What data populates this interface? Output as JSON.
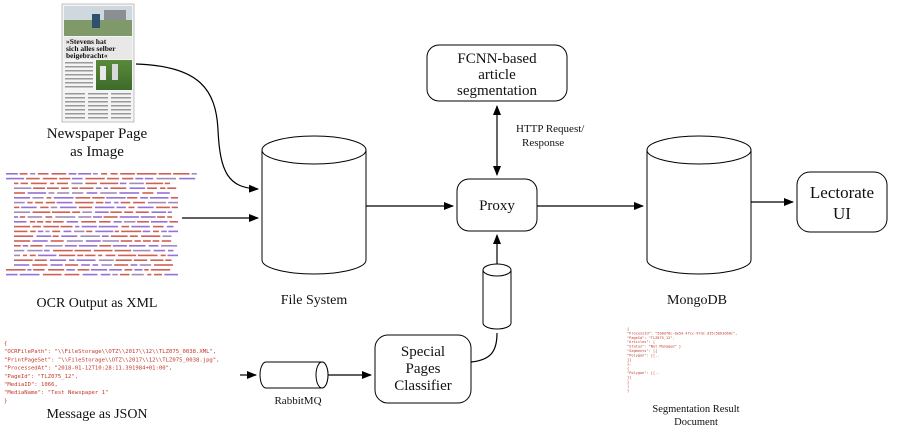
{
  "nodes": {
    "newspaper_page": {
      "caption": [
        "Newspaper Page",
        "as Image"
      ],
      "headline": [
        "»Stevens hat",
        "sich alles selber",
        "beigebracht«"
      ]
    },
    "ocr_output": {
      "caption": "OCR Output as XML"
    },
    "message_json": {
      "caption": "Message as JSON",
      "lines": [
        "{",
        "  \"OCRFilePath\": \"\\\\FileStorage\\\\OTZ\\\\2017\\\\12\\\\TLZ075_0038.XML\",",
        "  \"PrintPageSet\": \"\\\\FileStorage\\\\OTZ\\\\2017\\\\12\\\\TLZ075_0038.jpg\",",
        "  \"ProcessedAt\": \"2018-01-12T10:28:11.391984+01:00\",",
        "  \"PageId\": \"TLZ075_12\",",
        "  \"MediaID\": 1066,",
        "  \"MediaName\": \"Test Newspaper 1\"",
        "}"
      ]
    },
    "file_system": {
      "caption": "File System"
    },
    "rabbitmq": {
      "caption": "RabbitMQ"
    },
    "classifier": {
      "label": [
        "Special",
        "Pages",
        "Classifier"
      ]
    },
    "proxy": {
      "label": "Proxy"
    },
    "fcnn": {
      "label": [
        "FCNN-based",
        "article",
        "segmentation"
      ]
    },
    "http_label": [
      "HTTP Request/",
      "Response"
    ],
    "mongodb": {
      "caption": "MongoDB"
    },
    "lectorate": {
      "label": [
        "Lectorate",
        "UI"
      ]
    },
    "segmentation_result": {
      "caption": [
        "Segmentation Result",
        "Document"
      ],
      "lines": [
        "{",
        "  \"ProcessId\": \"5b8df8c-0e5d-4fcc-97dc-d35c5b63d68c\",",
        "  \"PageId\": \"TLZ075_12\",",
        "  \"Articles\": [",
        "    \"Status\": \"Not Managed\" }",
        "  \"Segments\": [{",
        "      \"Polygon\": [[..",
        "      ]]",
        "    },",
        "    {",
        "      \"Polygon\": [[..",
        "      ]]",
        "    }",
        "  ]",
        "}"
      ]
    }
  },
  "colors": {
    "stroke": "#000000",
    "xml_tag": "#c0392b",
    "xml_attr": "#7b4fc9",
    "json_text": "#c0392b",
    "result_text": "#c0392b"
  }
}
